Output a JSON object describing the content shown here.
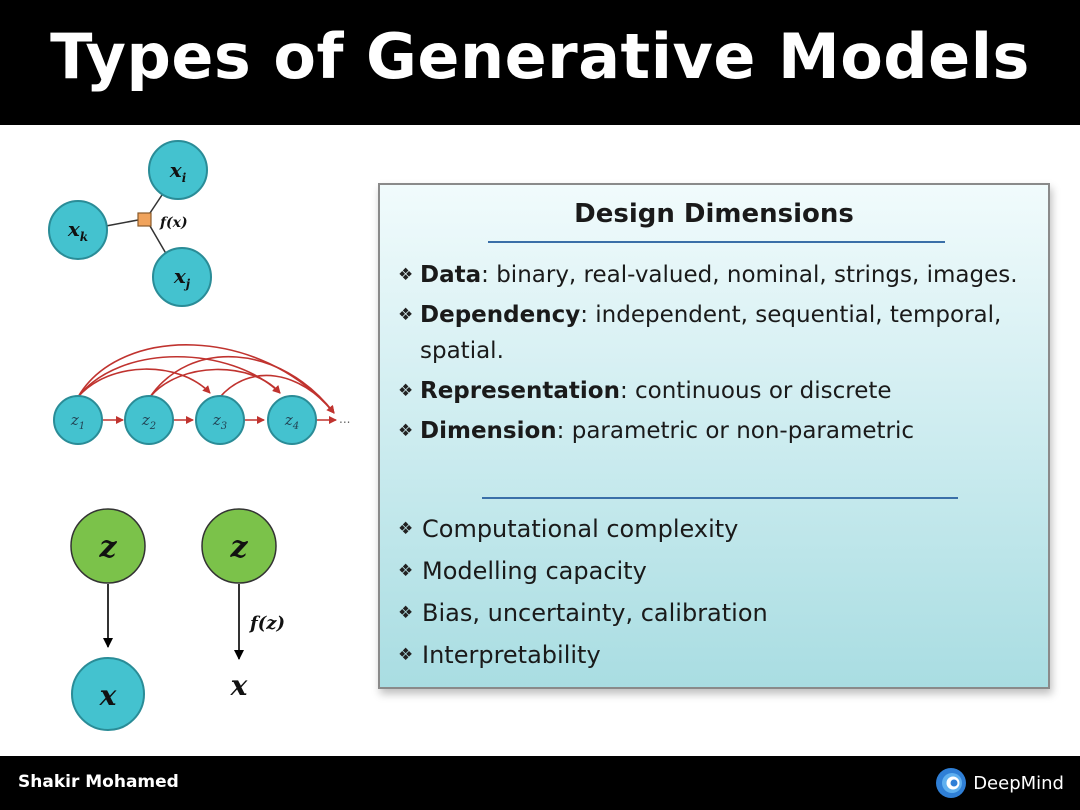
{
  "slide": {
    "title": "Types of Generative Models"
  },
  "diagram": {
    "factor_graph": {
      "nodes": [
        "x_i",
        "x_k",
        "x_j"
      ],
      "factor_label": "f(x)"
    },
    "sequence": {
      "nodes": [
        "z_1",
        "z_2",
        "z_3",
        "z_4"
      ],
      "ellipsis": "..."
    },
    "latent_prescribed": {
      "latent": "z",
      "observed": "x"
    },
    "latent_implicit": {
      "latent": "z",
      "function_label": "f(z)",
      "observed": "x"
    },
    "colors": {
      "cyan_node": "#44c2cf",
      "green_node": "#7bc24a",
      "red_arrow": "#c0332f",
      "factor_fill": "#f0a35c"
    }
  },
  "panel": {
    "title": "Design Dimensions",
    "bullet_icon": "diamond-bullet-icon",
    "dimensions": [
      {
        "term": "Data",
        "rest": ": binary, real-valued, nominal, strings, images."
      },
      {
        "term": "Dependency",
        "rest": ": independent, sequential, temporal, spatial."
      },
      {
        "term": "Representation",
        "rest": ": continuous or discrete"
      },
      {
        "term": "Dimension",
        "rest": ": parametric or non-parametric"
      }
    ],
    "criteria": [
      "Computational complexity",
      "Modelling capacity",
      "Bias, uncertainty, calibration",
      "Interpretability"
    ]
  },
  "footer": {
    "author": "Shakir Mohamed",
    "brand": "DeepMind",
    "brand_color": "#2f7fd6"
  }
}
